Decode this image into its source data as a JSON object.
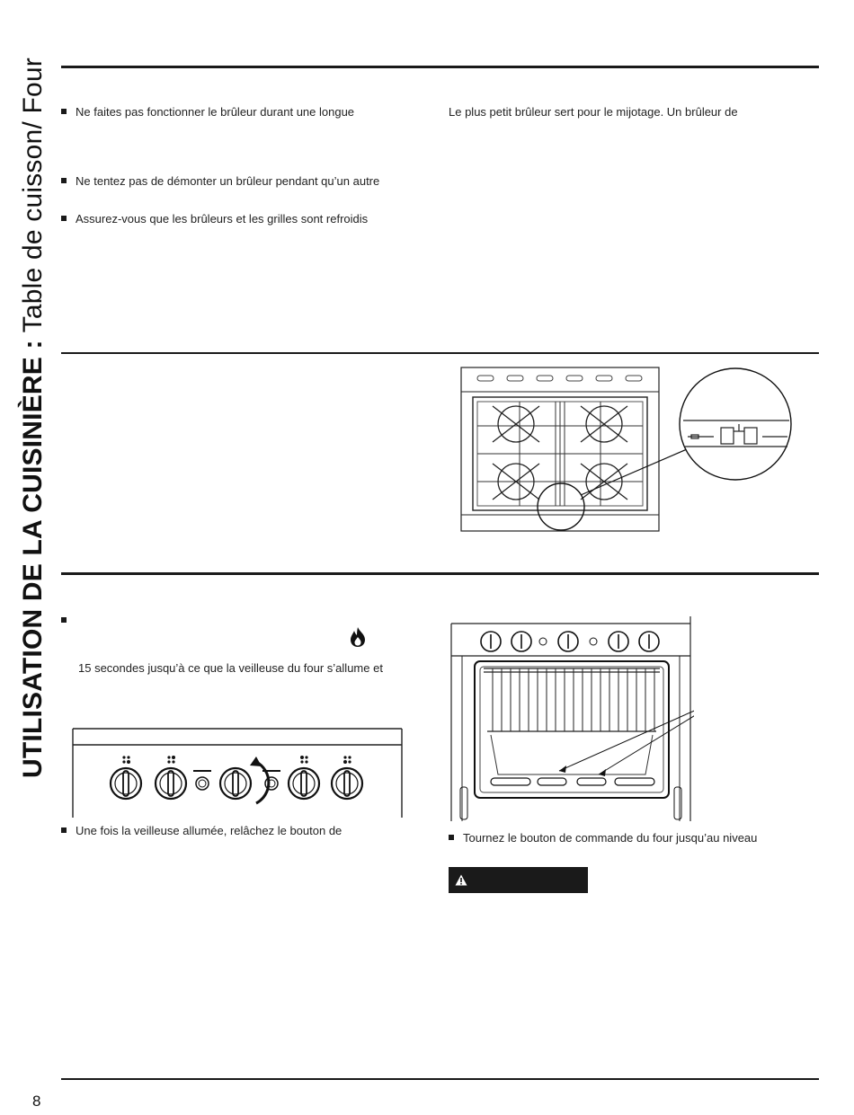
{
  "section_title": {
    "bold_part": "UTILISATION DE LA CUISINIÈRE :",
    "light_part": " Table de cuisson/ Four"
  },
  "top": {
    "bullet1": "Ne faites pas fonctionner le brûleur durant une longue",
    "bullet2": "Ne tentez pas de démonter un brûleur pendant qu’un autre",
    "bullet3": "Assurez-vous que les brûleurs et les grilles sont refroidis",
    "right_text": "Le plus petit brûleur sert pour le mijotage. Un brûleur de"
  },
  "bottom": {
    "line_15s": "15 secondes jusqu’à ce que la veilleuse du four s’allume et",
    "bullet_pilot": "Une fois la veilleuse allumée, relâchez le bouton de",
    "bullet_turn": "Tournez le bouton de commande du four jusqu’au niveau"
  },
  "icons": {
    "flame": "flame-icon",
    "warning": "warning-triangle-icon"
  },
  "page_number": "8"
}
